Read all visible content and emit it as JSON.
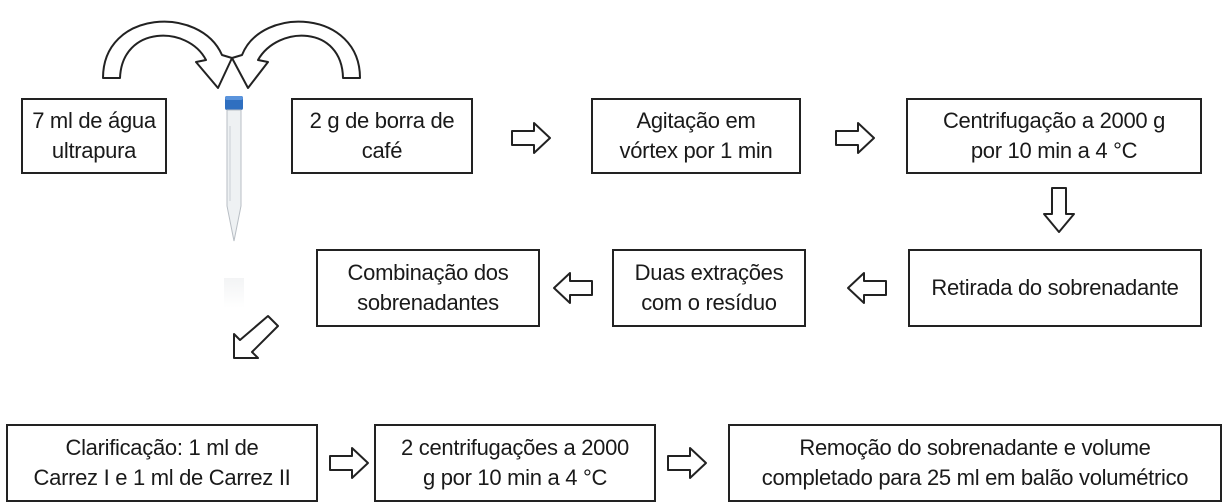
{
  "steps": {
    "water": "7 ml de água\nultrapura",
    "coffee": "2 g de borra de\ncafé",
    "vortex": "Agitação em\nvórtex por 1 min",
    "centrifuge1": "Centrifugação a 2000 g\npor 10 min a 4 °C",
    "supernatant": "Retirada do sobrenadante",
    "extractions": "Duas extrações\ncom o resíduo",
    "combination": "Combinação dos\nsobrenadantes",
    "clarification": "Clarificação: 1 ml de\nCarrez I e 1 ml de Carrez II",
    "centrifuge2": "2 centrifugações a 2000\ng por 10 min a 4 °C",
    "removal": "Remoção do sobrenadante e volume\ncompletado para 25 ml em balão volumétrico"
  },
  "colors": {
    "border": "#222222",
    "tube_cap": "#2f6fc0"
  },
  "icons": {
    "tube": "centrifuge-tube-icon",
    "arrow": "hollow-arrow-icon"
  }
}
